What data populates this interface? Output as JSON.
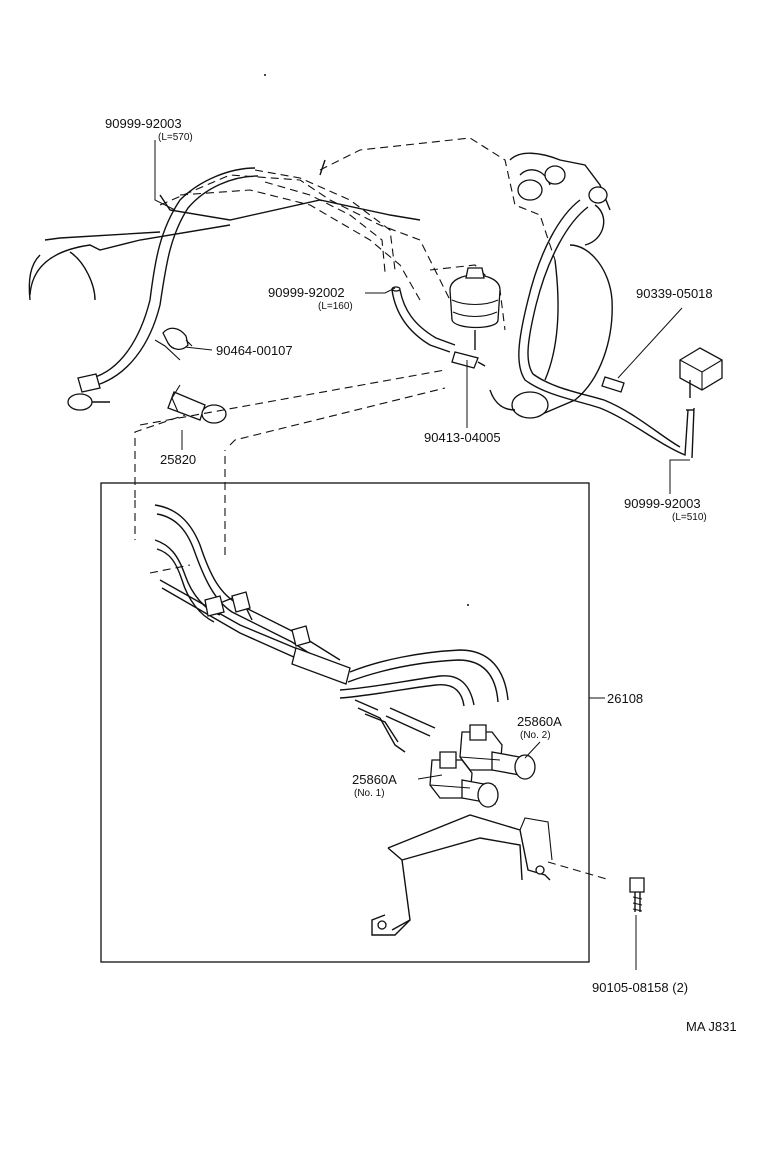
{
  "parts": {
    "p1": {
      "num": "90999-92003",
      "sub": "(L=570)"
    },
    "p2": {
      "num": "90999-92002",
      "sub": "(L=160)"
    },
    "p3": {
      "num": "90464-00107"
    },
    "p4": {
      "num": "25820"
    },
    "p5": {
      "num": "90413-04005"
    },
    "p6": {
      "num": "90339-05018"
    },
    "p7": {
      "num": "90999-92003",
      "sub": "(L=510)"
    },
    "p8": {
      "num": "26108"
    },
    "p9": {
      "num": "25860A",
      "sub": "(No. 2)"
    },
    "p10": {
      "num": "25860A",
      "sub": "(No. 1)"
    },
    "p11": {
      "num": "90105-08158 (2)"
    }
  },
  "code": "MA  J831"
}
